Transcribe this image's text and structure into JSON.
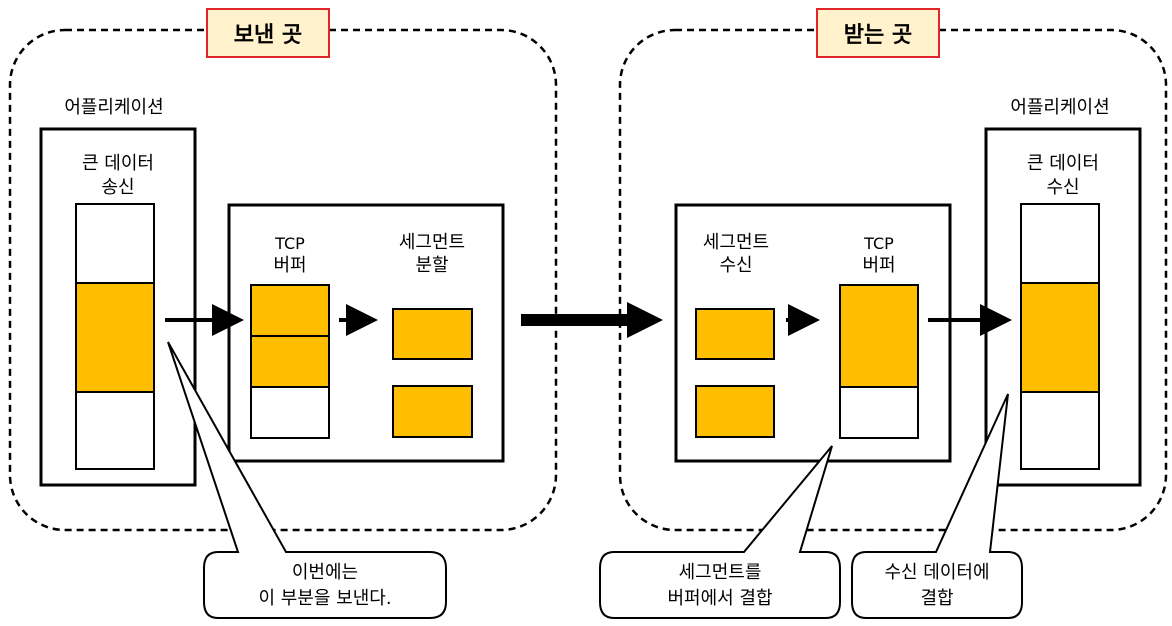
{
  "colors": {
    "accent": "#ffbf00",
    "title_bg": "#fff2cc",
    "title_border": "#e0262b"
  },
  "sender": {
    "title": "보낸 곳",
    "app_label": "어플리케이션",
    "data_label_1": "큰 데이터",
    "data_label_2": "송신",
    "tcp_label_1": "TCP",
    "tcp_label_2": "버퍼",
    "seg_label_1": "세그먼트",
    "seg_label_2": "분할"
  },
  "receiver": {
    "title": "받는 곳",
    "app_label": "어플리케이션",
    "data_label_1": "큰 데이터",
    "data_label_2": "수신",
    "tcp_label_1": "TCP",
    "tcp_label_2": "버퍼",
    "seg_label_1": "세그먼트",
    "seg_label_2": "수신"
  },
  "callouts": {
    "send_part_1": "이번에는",
    "send_part_2": "이 부분을 보낸다.",
    "combine_buffer_1": "세그먼트를",
    "combine_buffer_2": "버퍼에서 결합",
    "combine_data_1": "수신 데이터에",
    "combine_data_2": "결합"
  }
}
